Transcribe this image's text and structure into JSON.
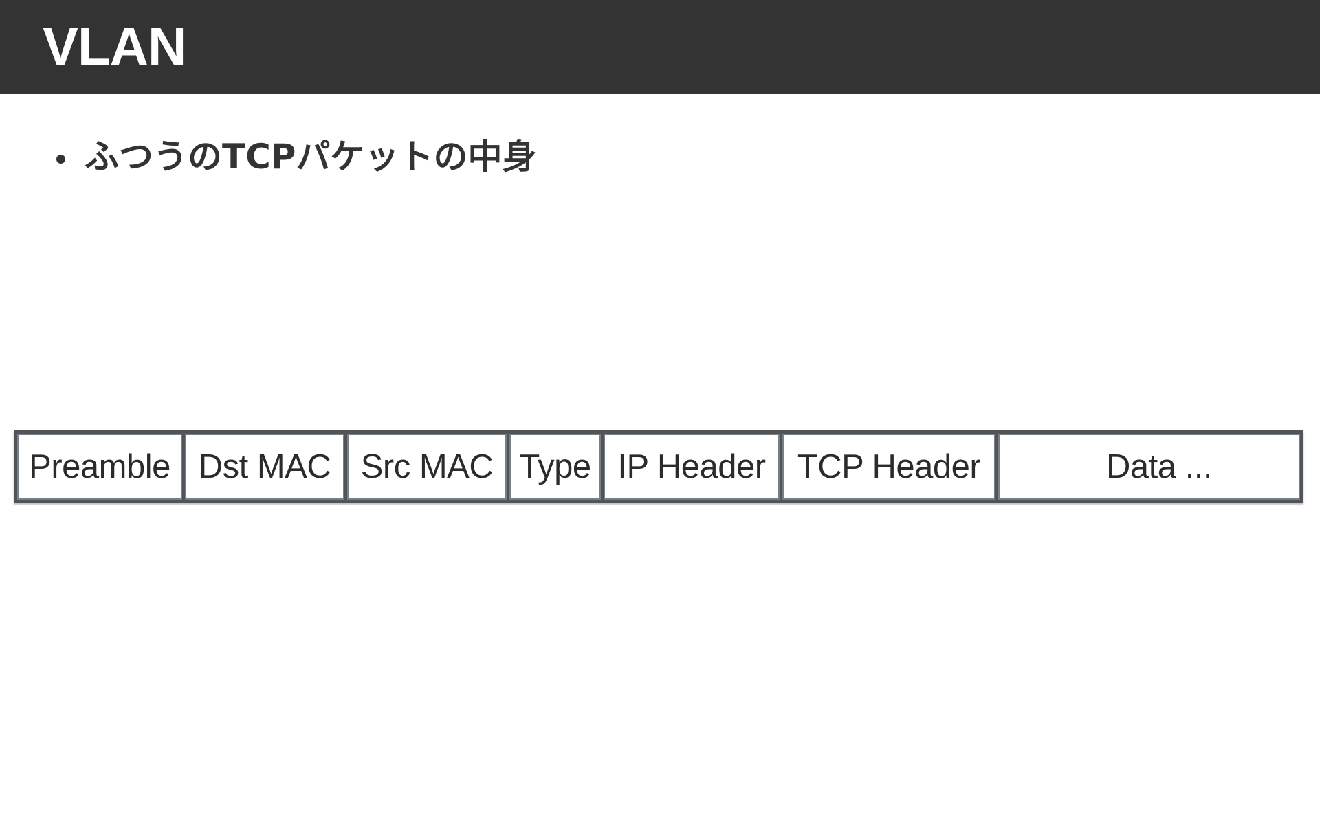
{
  "slide": {
    "title": "VLAN",
    "bullets": [
      "ふつうのTCPパケットの中身"
    ]
  },
  "packet": {
    "fields": [
      "Preamble",
      "Dst MAC",
      "Src MAC",
      "Type",
      "IP Header",
      "TCP Header",
      "Data ..."
    ]
  },
  "colors": {
    "title_bar": "#333333",
    "title_text": "#ffffff",
    "body_text": "#333333",
    "box_border": "#50555b"
  }
}
